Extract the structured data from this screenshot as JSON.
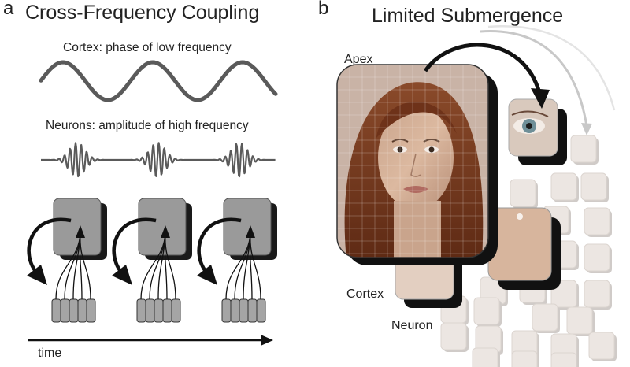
{
  "panel_a": {
    "letter": "a",
    "title": "Cross-Frequency Coupling",
    "cortex_caption": "Cortex: phase of low frequency",
    "neurons_caption": "Neurons: amplitude of high frequency",
    "time_label": "time"
  },
  "panel_b": {
    "letter": "b",
    "title": "Limited Submergence",
    "apex_label": "Apex",
    "cortex_label": "Cortex",
    "neuron_label": "Neuron"
  },
  "colors": {
    "wave": "#5a5a5a",
    "tile_fill": "#9a9a9a",
    "tile_shadow": "#1a1a1a",
    "arrow": "#111111",
    "skin": "#d8b49a",
    "hair": "#7a3a1e",
    "ghost_tile": "#ece6e2"
  }
}
